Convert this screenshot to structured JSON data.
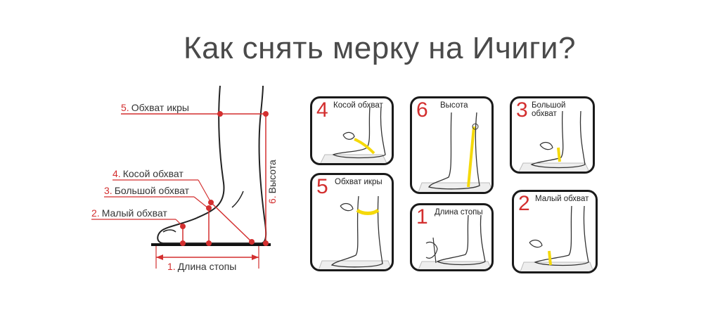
{
  "title": "Как снять мерку на Ичиги?",
  "main_diagram": {
    "labels": [
      {
        "num": "5.",
        "text": "Обхват икры"
      },
      {
        "num": "4.",
        "text": "Косой обхват"
      },
      {
        "num": "3.",
        "text": "Большой обхват"
      },
      {
        "num": "2.",
        "text": "Малый обхват"
      },
      {
        "num": "1.",
        "text": "Длина стопы"
      },
      {
        "num": "6.",
        "text": "Высота"
      }
    ]
  },
  "cards": [
    {
      "num": "4",
      "label": "Косой обхват"
    },
    {
      "num": "6",
      "label": "Высота"
    },
    {
      "num": "3",
      "label": "Большой обхват"
    },
    {
      "num": "5",
      "label": "Обхват икры"
    },
    {
      "num": "1",
      "label": "Длина стопы"
    },
    {
      "num": "2",
      "label": "Малый обхват"
    }
  ],
  "colors": {
    "accent": "#d32f2f",
    "tape": "#f5d90a",
    "outline": "#1a1a1a"
  }
}
